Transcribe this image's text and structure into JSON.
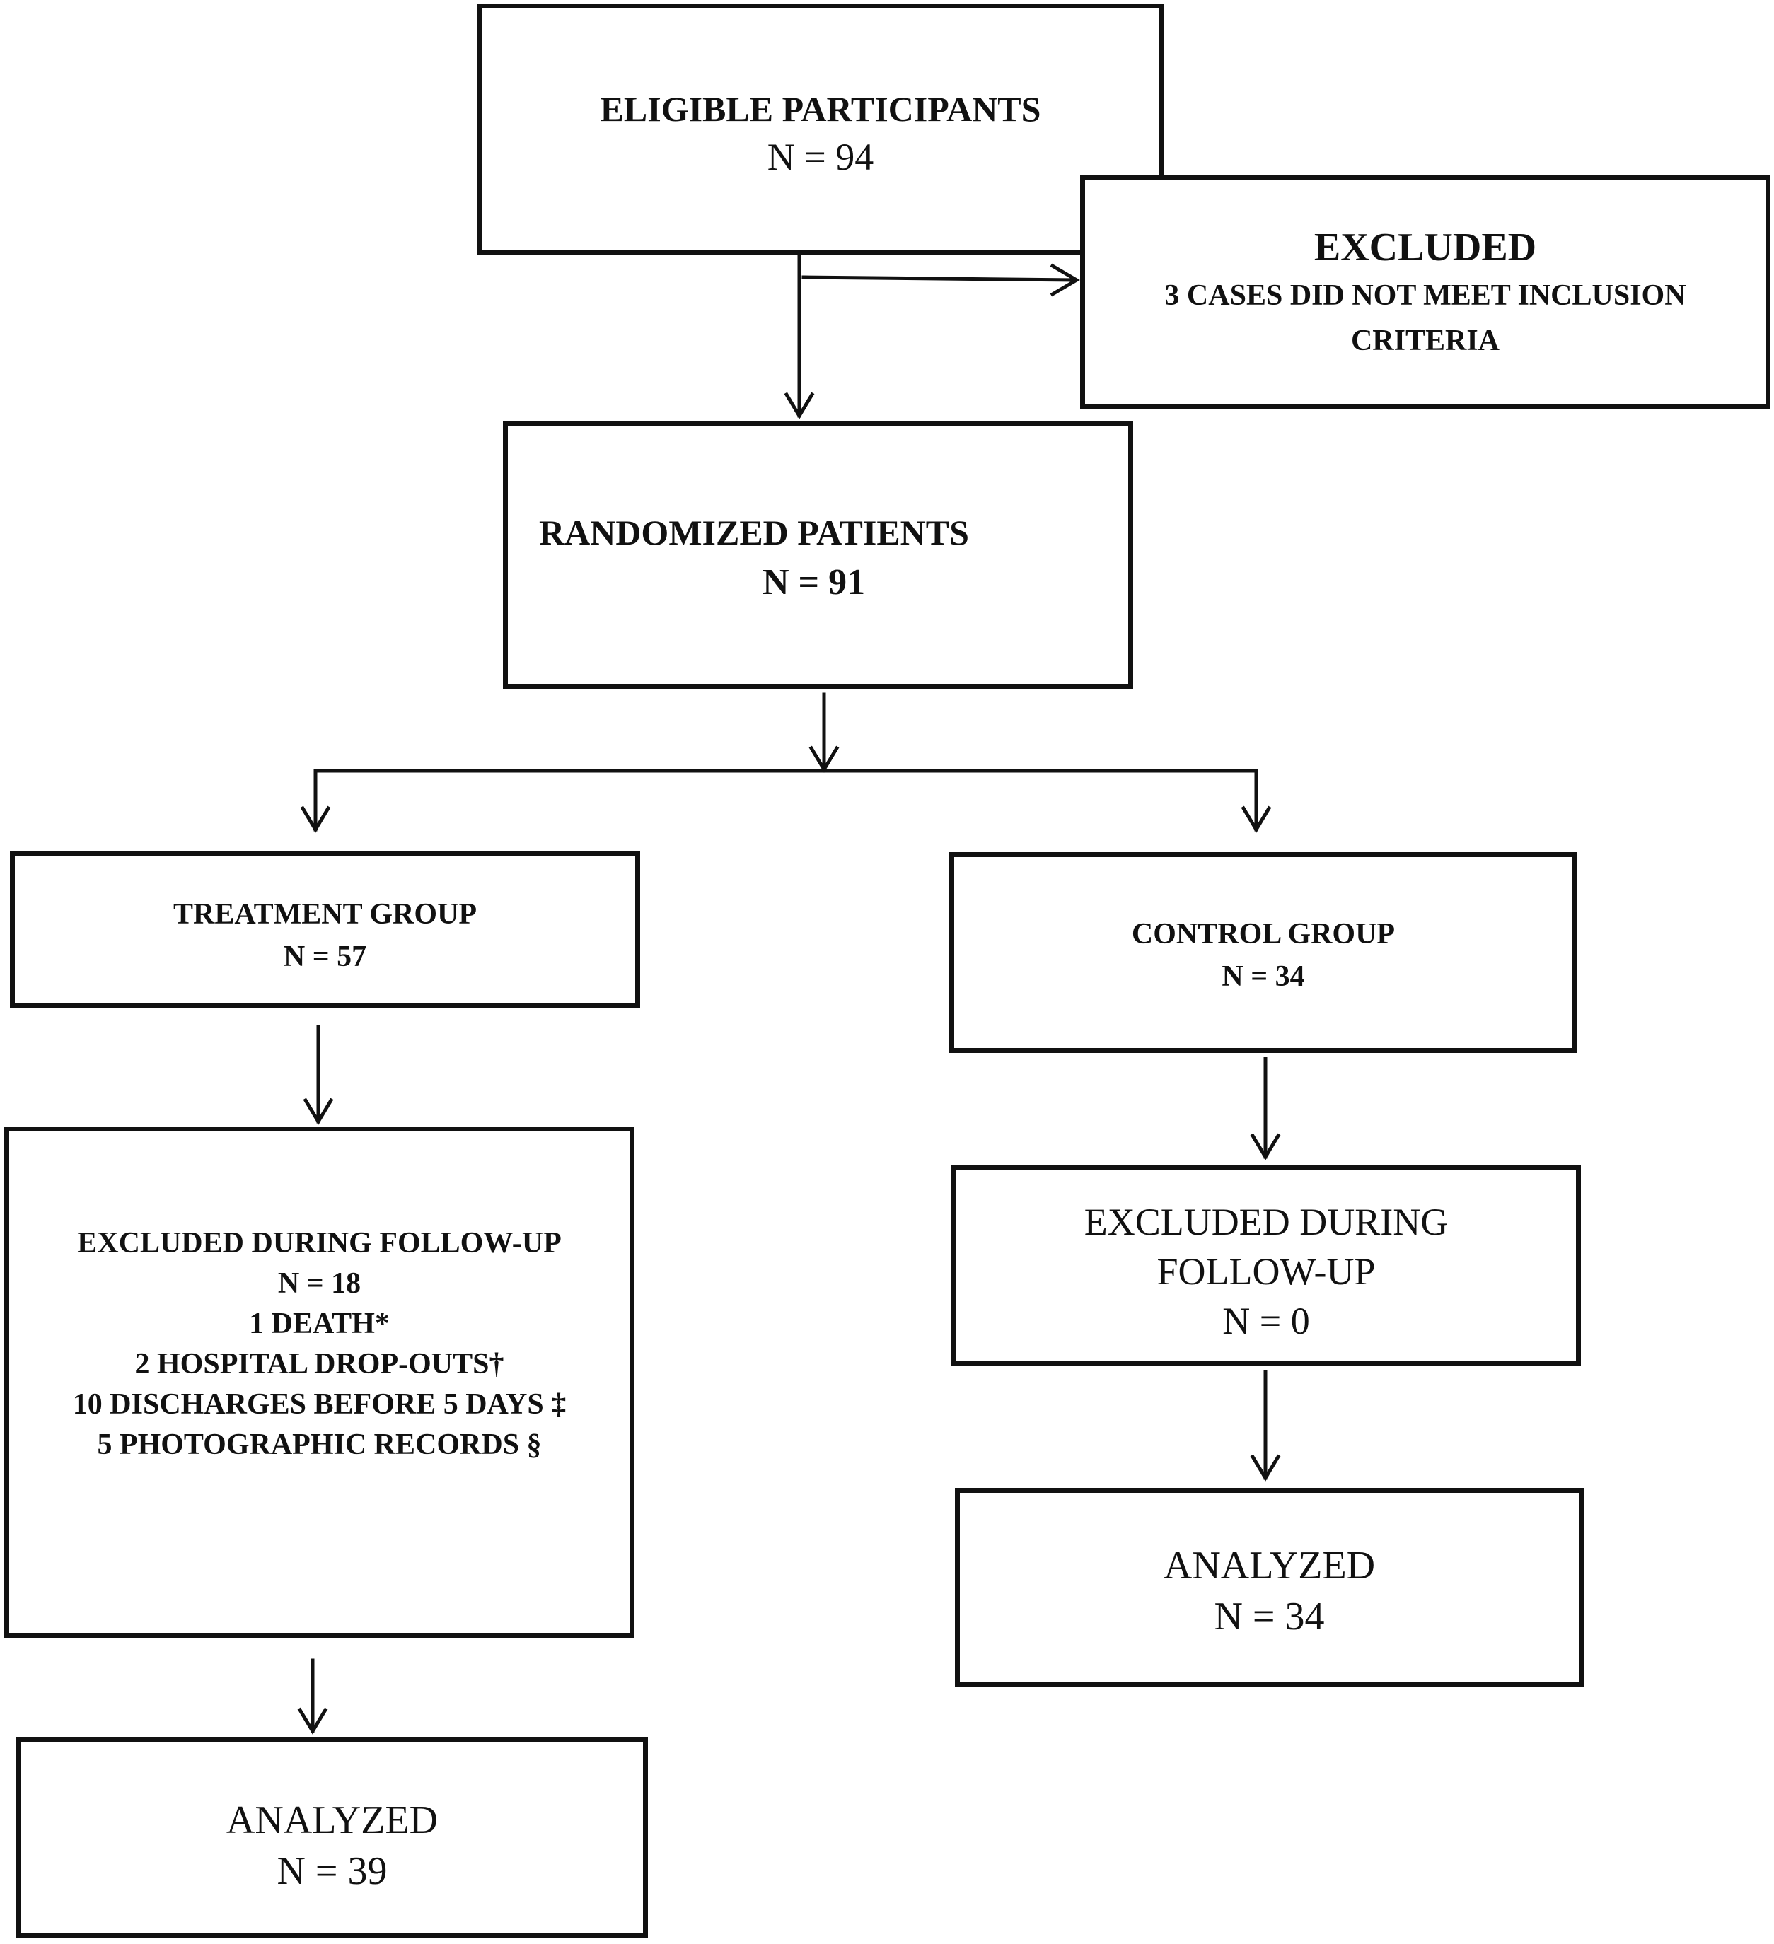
{
  "eligible": {
    "title": "ELIGIBLE PARTICIPANTS",
    "n": "N = 94"
  },
  "excluded": {
    "title": "EXCLUDED",
    "lines": [
      "3 CASES DID NOT MEET INCLUSION",
      "CRITERIA"
    ]
  },
  "randomized": {
    "title": "RANDOMIZED PATIENTS",
    "n": "N = 91"
  },
  "treatment": {
    "title": "TREATMENT GROUP",
    "n": "N = 57"
  },
  "control": {
    "title": "CONTROL GROUP",
    "n": "N = 34"
  },
  "treatment_excluded": {
    "lines": [
      "EXCLUDED DURING FOLLOW-UP",
      "N = 18",
      "1 DEATH*",
      "2 HOSPITAL DROP-OUTS†",
      "10 DISCHARGES BEFORE 5 DAYS ‡",
      "5 PHOTOGRAPHIC RECORDS §"
    ]
  },
  "control_excluded": {
    "lines": [
      "EXCLUDED DURING",
      "FOLLOW-UP",
      "N = 0"
    ]
  },
  "control_analyzed": {
    "title": "ANALYZED",
    "n": "N = 34"
  },
  "treatment_analyzed": {
    "title": "ANALYZED",
    "n": "N = 39"
  }
}
